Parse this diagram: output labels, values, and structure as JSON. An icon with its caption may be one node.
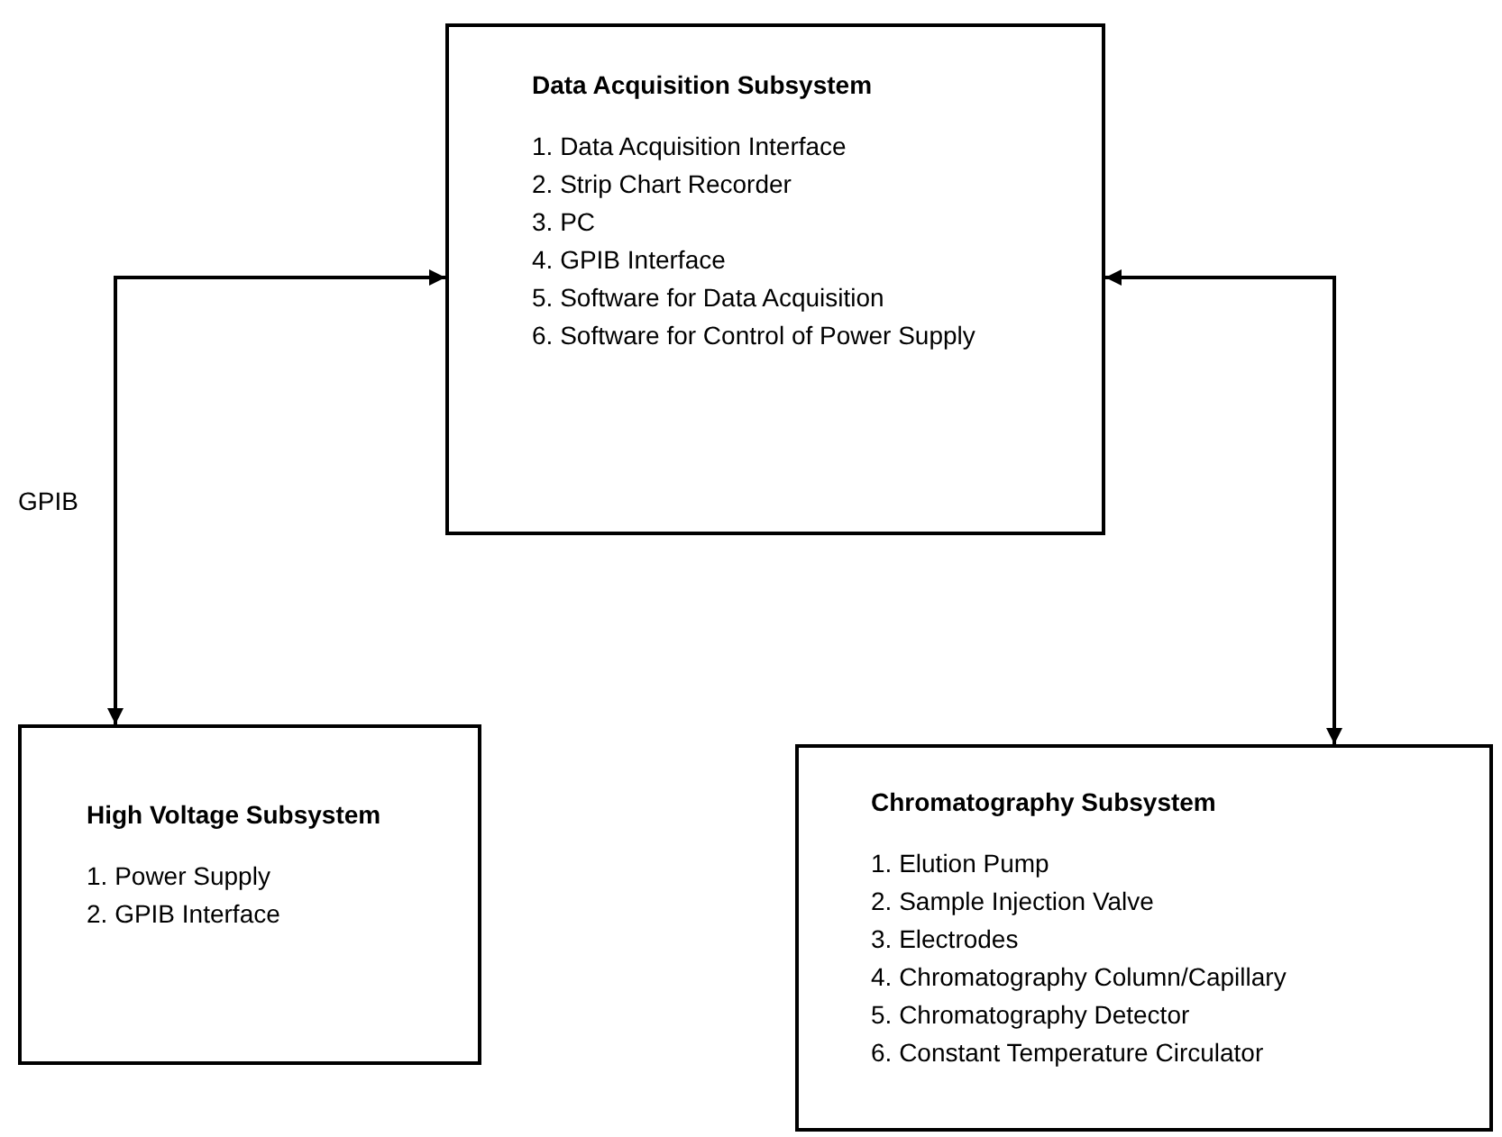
{
  "diagram": {
    "nodes": [
      {
        "text": [
          "Data Acquisition Subsystem",
          "1. Data Acquisition Interface",
          "2. Strip Chart Recorder",
          "3. PC",
          "4. GPIB Interface",
          "5. Software for Data Acquisition",
          "6. Software for Control of Power Supply"
        ]
      },
      {
        "text": [
          "High Voltage Subsystem",
          "1. Power Supply",
          "2. GPIB Interface"
        ]
      },
      {
        "text": [
          "Chromatography Subsystem",
          "1. Elution Pump",
          "2. Sample Injection Valve",
          "3. Electrodes",
          "4. Chromatography Column/Capillary",
          "5. Chromatography Detector",
          "6. Constant Temperature Circulator"
        ]
      }
    ],
    "edges": [
      {
        "from": 0,
        "to": 1,
        "arrow": "both",
        "label": "GPIB"
      },
      {
        "from": 0,
        "to": 2,
        "arrow": "both"
      }
    ]
  }
}
